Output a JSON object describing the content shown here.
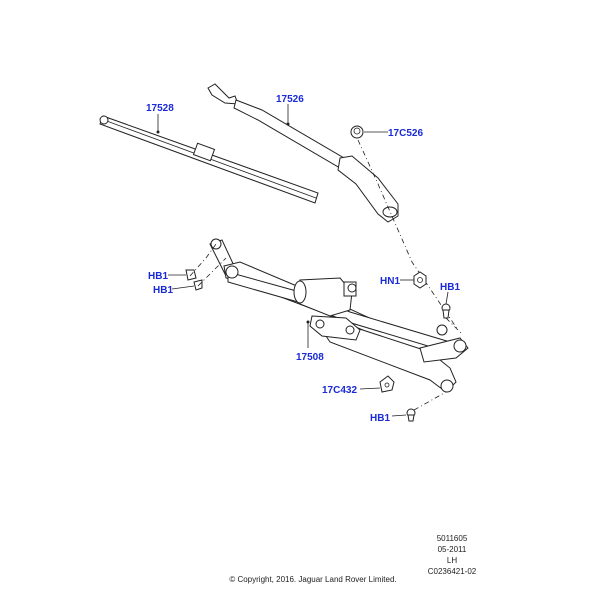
{
  "callouts": {
    "c17528": "17528",
    "c17526": "17526",
    "c17C526": "17C526",
    "cHB1_a": "HB1",
    "cHB1_b": "HB1",
    "cHN1": "HN1",
    "cHB1_c": "HB1",
    "c17508": "17508",
    "c17C432": "17C432",
    "cHB1_d": "HB1"
  },
  "footer": {
    "ref_number": "5011605",
    "date": "05-2011",
    "side": "LH",
    "drawing_code": "C0236421-02",
    "copyright": "© Copyright, 2016. Jaguar Land Rover Limited."
  },
  "colors": {
    "callout": "#1a2ad6",
    "line": "#222222"
  }
}
